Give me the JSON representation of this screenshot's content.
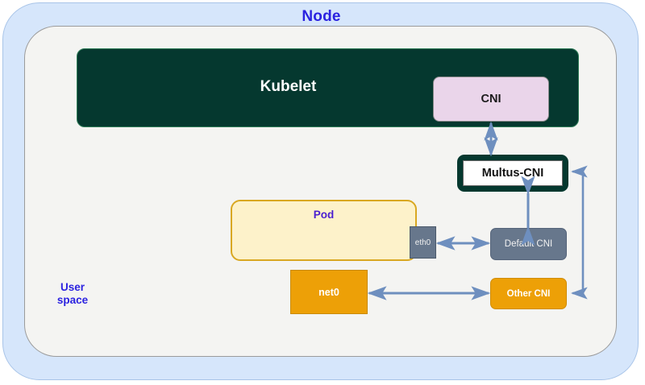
{
  "diagram": {
    "title": "Node",
    "userspace_label": "User\nspace",
    "userspace_line1": "User",
    "userspace_line2": "space",
    "nodes": [
      {
        "id": "kubelet",
        "label": "Kubelet",
        "color": "#05382f",
        "text_color": "#ffffff"
      },
      {
        "id": "cni",
        "label": "CNI",
        "color": "#ead5ea",
        "text_color": "#1b1b1b"
      },
      {
        "id": "multus",
        "label": "Multus-CNI",
        "color": "#ffffff",
        "text_color": "#111111",
        "border_color": "#05382f"
      },
      {
        "id": "pod",
        "label": "Pod",
        "color": "#fdf2ca",
        "text_color": "#4a1fd0",
        "border_color": "#d9a822"
      },
      {
        "id": "eth0",
        "label": "eth0",
        "color": "#67778c",
        "text_color": "#f0f0f0"
      },
      {
        "id": "net0",
        "label": "net0",
        "color": "#eda007",
        "text_color": "#ffffff"
      },
      {
        "id": "default_cni",
        "label": "Default CNI",
        "color": "#67778c",
        "text_color": "#f2f2f2"
      },
      {
        "id": "other_cni",
        "label": "Other CNI",
        "color": "#eda007",
        "text_color": "#ffffff"
      }
    ],
    "edges": [
      {
        "from": "multus",
        "to": "cni",
        "style": "double-arrow"
      },
      {
        "from": "multus",
        "to": "default_cni",
        "style": "double-arrow"
      },
      {
        "from": "multus",
        "to": "other_cni",
        "style": "double-arrow-elbow"
      },
      {
        "from": "eth0",
        "to": "default_cni",
        "style": "double-arrow"
      },
      {
        "from": "net0",
        "to": "other_cni",
        "style": "double-arrow"
      }
    ],
    "colors": {
      "node_container": "#d6e6fb",
      "inner_container": "#f4f4f2",
      "accent_blue": "#2b22e0",
      "arrow": "#6e8fbf",
      "kubelet_green": "#05382f",
      "orange": "#eda007",
      "slate": "#67778c",
      "pod_yellow": "#fdf2ca",
      "cni_pink": "#ead5ea"
    }
  }
}
